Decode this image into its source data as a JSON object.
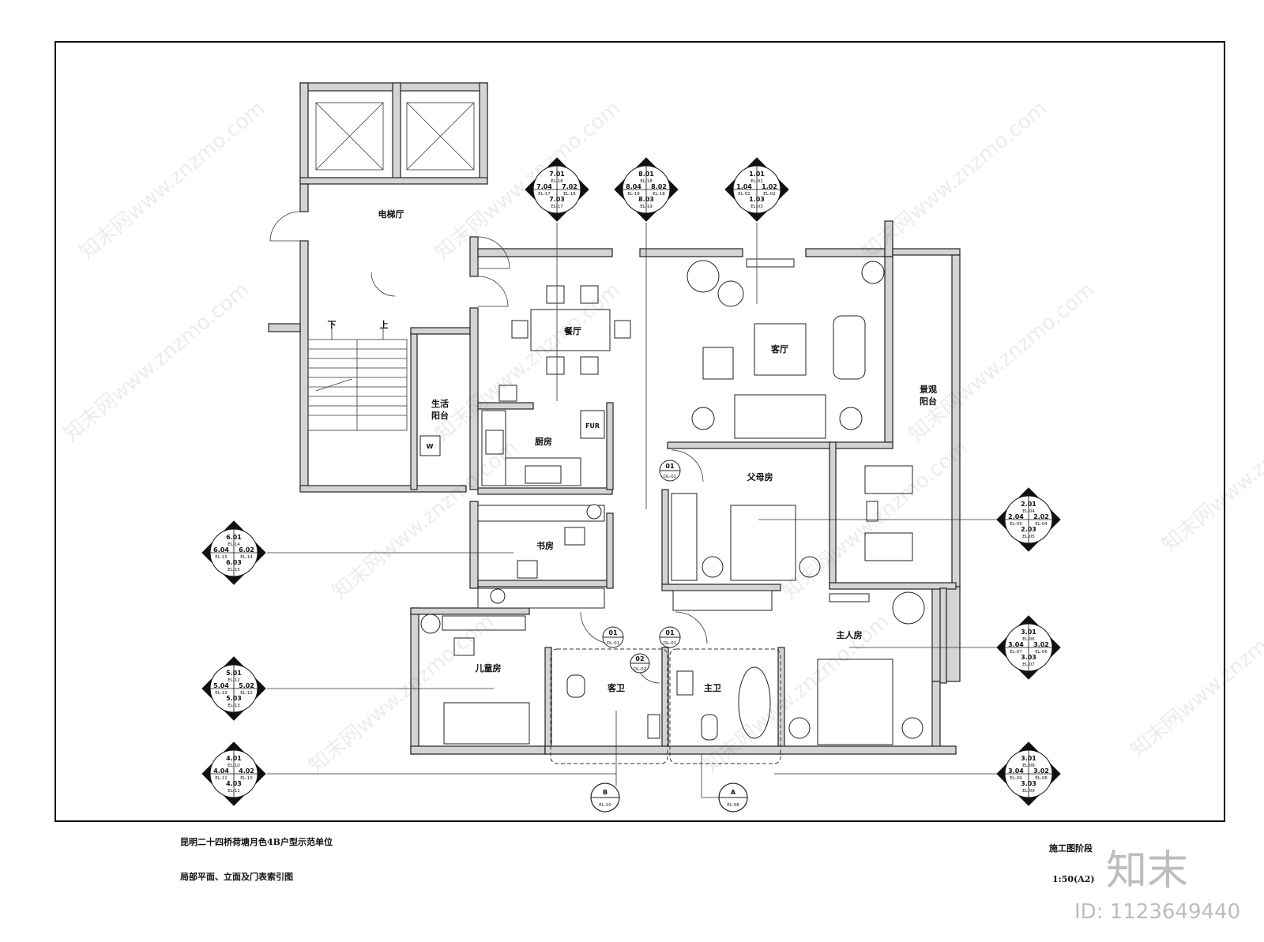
{
  "rooms": {
    "elevator_lobby": "电梯厅",
    "dining": "餐厅",
    "living": "客厅",
    "landscape_balcony": "景观\n阳台",
    "service_balcony": "生活\n阳台",
    "kitchen": "厨房",
    "parents_room": "父母房",
    "study": "书房",
    "master_room": "主人房",
    "children_room": "儿童房",
    "guest_bath": "客卫",
    "master_bath": "主卫"
  },
  "stair_labels": {
    "down": "下",
    "up": "上"
  },
  "fixture_labels": {
    "washer": "W",
    "fridge": "FUR"
  },
  "elevation_index": [
    {
      "id": "idx-7",
      "q": [
        "7.01",
        "7.02",
        "7.03",
        "7.04"
      ],
      "s": [
        "EL-16",
        "EL-16",
        "EL-17",
        "EL-17"
      ]
    },
    {
      "id": "idx-8",
      "q": [
        "8.01",
        "8.02",
        "8.03",
        "8.04"
      ],
      "s": [
        "EL-18",
        "EL-18",
        "EL-19",
        "EL-19"
      ]
    },
    {
      "id": "idx-1",
      "q": [
        "1.01",
        "1.02",
        "1.03",
        "1.04"
      ],
      "s": [
        "EL-01",
        "EL-02",
        "EL-03",
        "EL-02"
      ]
    },
    {
      "id": "idx-2",
      "q": [
        "2.01",
        "2.02",
        "2.03",
        "2.04"
      ],
      "s": [
        "EL-04",
        "EL-04",
        "EL-05",
        "EL-05"
      ]
    },
    {
      "id": "idx-6",
      "q": [
        "6.01",
        "6.02",
        "6.03",
        "6.04"
      ],
      "s": [
        "EL-14",
        "EL-14",
        "EL-15",
        "EL-15"
      ]
    },
    {
      "id": "idx-3a",
      "q": [
        "3.01",
        "3.02",
        "3.03",
        "3.04"
      ],
      "s": [
        "EL-06",
        "EL-06",
        "EL-07",
        "EL-07"
      ]
    },
    {
      "id": "idx-5",
      "q": [
        "5.01",
        "5.02",
        "5.03",
        "5.04"
      ],
      "s": [
        "EL-12",
        "EL-12",
        "EL-13",
        "EL-13"
      ]
    },
    {
      "id": "idx-4",
      "q": [
        "4.01",
        "4.02",
        "4.03",
        "4.04"
      ],
      "s": [
        "EL-10",
        "EL-10",
        "EL-11",
        "EL-11"
      ]
    },
    {
      "id": "idx-3b",
      "q": [
        "3.01",
        "3.02",
        "3.03",
        "3.04"
      ],
      "s": [
        "EL-08",
        "EL-08",
        "EL-09",
        "EL-09"
      ]
    }
  ],
  "door_tags": [
    {
      "num": "01",
      "sheet": "DL-01"
    },
    {
      "num": "01",
      "sheet": "DL-01"
    },
    {
      "num": "01",
      "sheet": "DL-01"
    },
    {
      "num": "02",
      "sheet": "DL-02"
    }
  ],
  "section_tags": [
    {
      "num": "B",
      "sheet": "EL-10"
    },
    {
      "num": "A",
      "sheet": "EL-08"
    }
  ],
  "title_block": {
    "project": "昆明二十四桥荷塘月色4B户型示范单位",
    "drawing": "局部平面、立面及门表索引图",
    "stage": "施工图阶段",
    "scale": "1:50(A2)"
  },
  "watermark": {
    "text": "知末网www.znzmo.com",
    "brand": "知末",
    "id": "ID: 1123649440"
  }
}
